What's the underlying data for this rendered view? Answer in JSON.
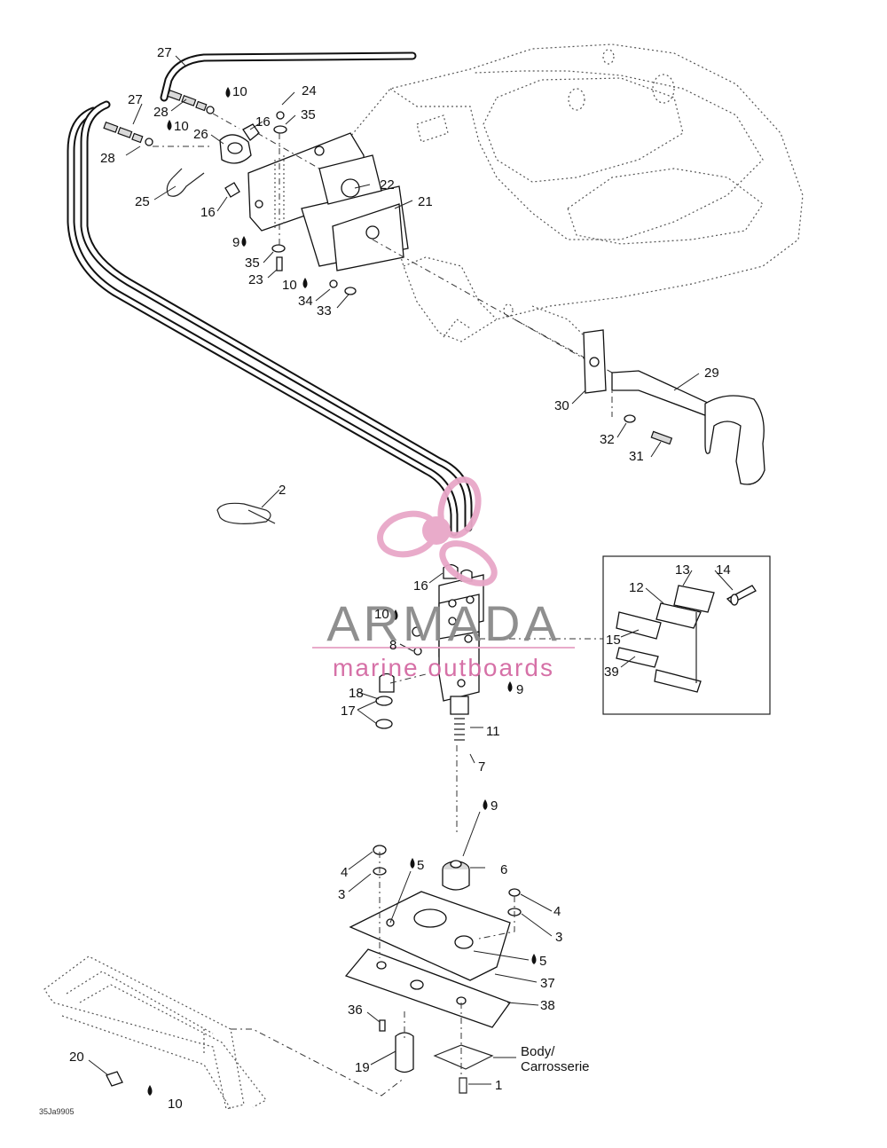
{
  "labels": {
    "l1": "1",
    "l2": "2",
    "l3a": "3",
    "l3b": "3",
    "l4a": "4",
    "l4b": "4",
    "l5a": "5",
    "l5b": "5",
    "l6": "6",
    "l7": "7",
    "l8": "8",
    "l9a": "9",
    "l9b": "9",
    "l9c": "9",
    "l10a": "10",
    "l10b": "10",
    "l10c": "10",
    "l10d": "10",
    "l10e": "10",
    "l11": "11",
    "l12": "12",
    "l13": "13",
    "l14": "14",
    "l15": "15",
    "l16a": "16",
    "l16b": "16",
    "l16c": "16",
    "l17": "17",
    "l18": "18",
    "l19": "19",
    "l20": "20",
    "l21": "21",
    "l22": "22",
    "l23": "23",
    "l24": "24",
    "l25": "25",
    "l26": "26",
    "l27a": "27",
    "l27b": "27",
    "l28a": "28",
    "l28b": "28",
    "l29": "29",
    "l30": "30",
    "l31": "31",
    "l32": "32",
    "l33": "33",
    "l34": "34",
    "l35a": "35",
    "l35b": "35",
    "l36": "36",
    "l37": "37",
    "l38": "38",
    "l39": "39",
    "body_line1": "Body/",
    "body_line2": "Carrosserie",
    "drawing_code": "35Ja9905"
  },
  "watermark": {
    "title": "ARMADA",
    "subtitle": "marine outboards",
    "icon": "propeller-logo-icon",
    "colors": {
      "logo_pink": "#e8a7c8",
      "logo_pink_dark": "#d46aa3",
      "text_gray": "#8a8a8a"
    }
  }
}
